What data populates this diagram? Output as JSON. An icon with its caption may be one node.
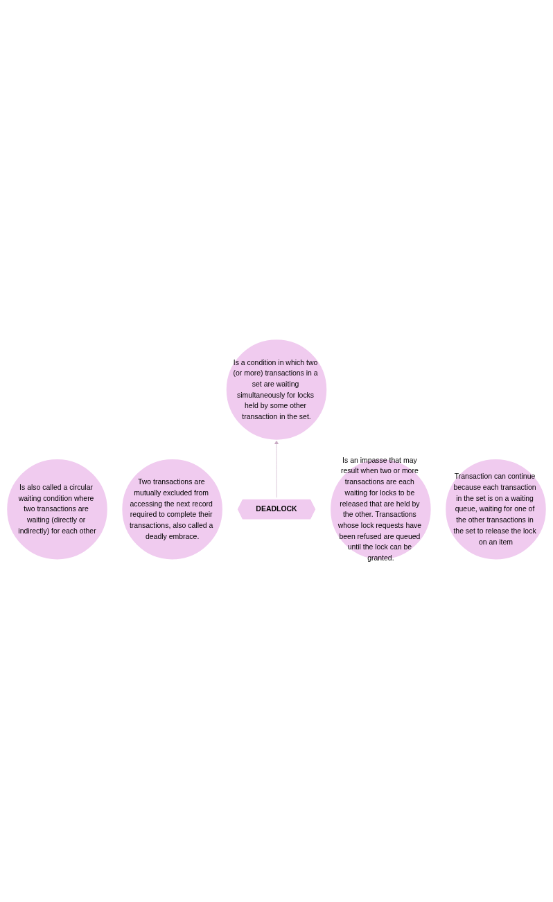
{
  "diagram": {
    "nodes": [
      {
        "text": [
          "Is a condition in which two (or more) transactions in a set are waiting simultaneously for locks held by some other transaction in the set."
        ]
      },
      {
        "text": [
          "Is also called a circular waiting condition where two transactions are waiting (directly or indirectly) for each other"
        ]
      },
      {
        "text": [
          "Two transactions are mutually excluded from accessing the next record required to complete their transactions, also called a deadly embrace."
        ]
      },
      {
        "text": [
          "DEADLOCK"
        ]
      },
      {
        "text": [
          "Is an impasse that may result when two or more transactions are each waiting for locks to be released that are held by the other. Transactions whose lock requests have been refused are queued until the lock can be granted."
        ]
      },
      {
        "text": [
          "Transaction can continue because each transaction in the set is on a waiting queue, waiting for one of the other transactions in the set to release the lock on an item"
        ]
      }
    ],
    "edges": [
      {
        "from": 3,
        "to": 0,
        "arrow": "to",
        "color": "#c8aac4"
      }
    ]
  }
}
